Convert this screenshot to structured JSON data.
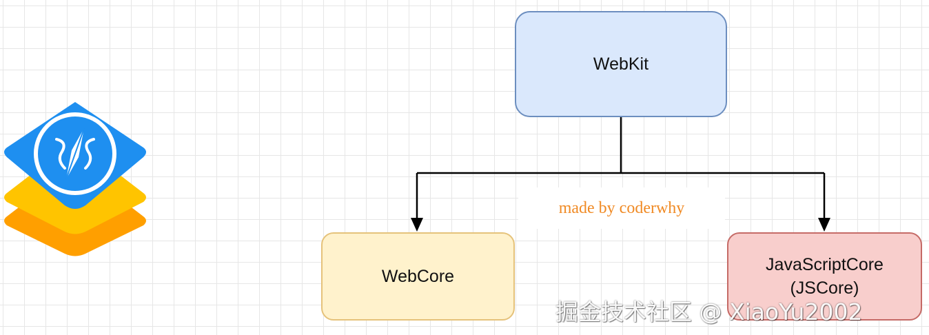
{
  "diagram": {
    "nodes": {
      "webkit": "WebKit",
      "webcore": "WebCore",
      "jscore_line1": "JavaScriptCore",
      "jscore_line2": "(JSCore)"
    },
    "credit": "made by coderwhy",
    "watermark": "掘金技术社区 @ XiaoYu2002"
  },
  "logo": {
    "icon": "webkit-logo-icon",
    "colors": {
      "top": "#1e8ff0",
      "middle": "#ffc400",
      "bottom": "#ff9f00"
    }
  },
  "colors": {
    "webkit_fill": "#dae8fc",
    "webkit_stroke": "#6c8ebf",
    "webcore_fill": "#fff2cc",
    "webcore_stroke": "#e5c27a",
    "jscore_fill": "#f8cecc",
    "jscore_stroke": "#c56a66",
    "credit_text": "#f08a24"
  }
}
